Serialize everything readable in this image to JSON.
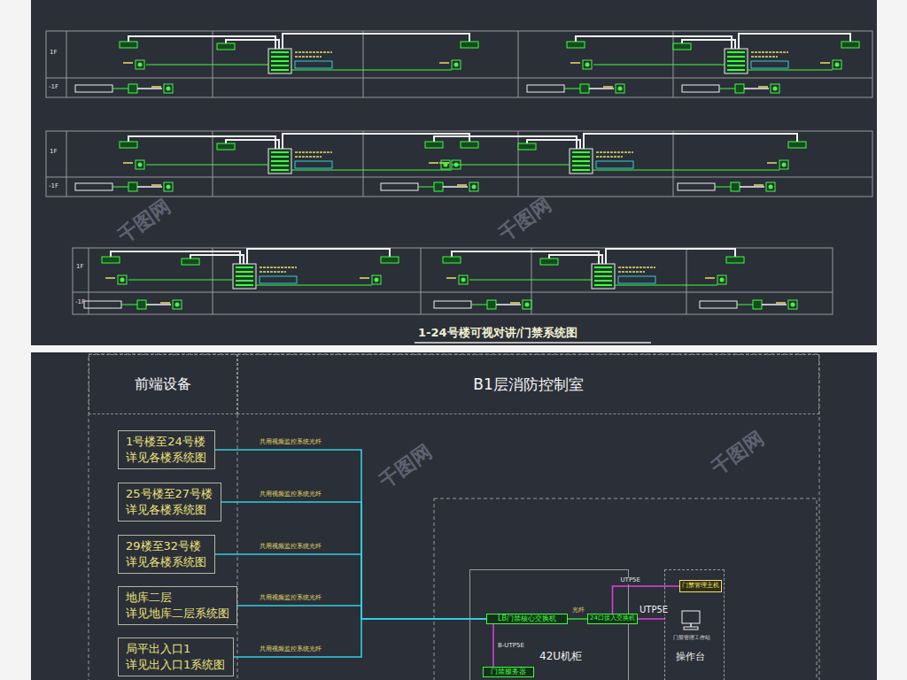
{
  "diagram": {
    "title": "1-24号楼可视对讲/门禁系统图",
    "nodes": [
      {
        "text": [
          "前端设备"
        ]
      },
      {
        "text": [
          "B1层消防控制室"
        ]
      },
      {
        "text": [
          "1号楼至24号楼 详见各楼系统图"
        ]
      },
      {
        "text": [
          "25号楼至27号楼 详见各楼系统图"
        ]
      },
      {
        "text": [
          "29楼至32号楼 详见各楼系统图"
        ]
      },
      {
        "text": [
          "地库二层 详见地库二层系统图"
        ]
      },
      {
        "text": [
          "局平出入口1 详见出入口1系统图"
        ]
      },
      {
        "text": [
          "42U机柜"
        ]
      },
      {
        "text": [
          "LB门禁核心交换机"
        ],
        "in": 7
      },
      {
        "text": [
          "门禁服务器"
        ],
        "in": 7
      },
      {
        "text": [
          "24口接入交换机"
        ]
      },
      {
        "text": [
          "操作台"
        ]
      },
      {
        "text": [
          "门禁管理主机"
        ],
        "in": 11
      }
    ],
    "edges": [
      {
        "from": 2,
        "to": 8,
        "arrow": "none",
        "label": "共用视频监控系统光纤"
      },
      {
        "from": 3,
        "to": 8,
        "arrow": "none",
        "label": "共用视频监控系统光纤"
      },
      {
        "from": 4,
        "to": 8,
        "arrow": "none",
        "label": "共用视频监控系统光纤"
      },
      {
        "from": 5,
        "to": 8,
        "arrow": "none",
        "label": "共用视频监控系统光纤"
      },
      {
        "from": 6,
        "to": 8,
        "arrow": "none",
        "label": "共用视频监控系统光纤"
      },
      {
        "from": 8,
        "to": 10,
        "arrow": "none",
        "label": "光纤"
      },
      {
        "from": 10,
        "to": 12,
        "arrow": "none",
        "label": "UTP5E"
      },
      {
        "from": 8,
        "to": 9,
        "arrow": "none",
        "label": "B-UTP5E"
      },
      {
        "from": 10,
        "to": 11,
        "arrow": "none",
        "label": "UTP5E"
      }
    ],
    "labels": [
      "1F",
      "-1F",
      "1F",
      "-1F",
      "1F",
      "-1F",
      "千图网",
      "千图网",
      "千图网",
      "千图网",
      "门禁管理工作站"
    ]
  }
}
